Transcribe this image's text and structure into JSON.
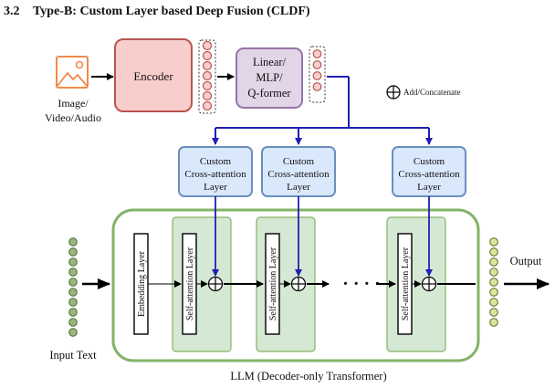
{
  "heading": {
    "number": "3.2",
    "title": "Type-B: Custom Layer based Deep Fusion (CLDF)"
  },
  "input_modality": {
    "line1": "Image/",
    "line2": "Video/Audio"
  },
  "encoder": {
    "label": "Encoder"
  },
  "projector": {
    "line1": "Linear/",
    "line2": "MLP/",
    "line3": "Q-former"
  },
  "legend": {
    "symbol_meaning": "Add/Concatenate"
  },
  "cross_attention": [
    {
      "line1": "Custom",
      "line2": "Cross-attention",
      "line3": "Layer"
    },
    {
      "line1": "Custom",
      "line2": "Cross-attention",
      "line3": "Layer"
    },
    {
      "line1": "Custom",
      "line2": "Cross-attention",
      "line3": "Layer"
    }
  ],
  "embedding_layer": {
    "label": "Embedding Layer"
  },
  "self_attention": [
    {
      "label": "Self-attention Layer"
    },
    {
      "label": "Self-attention Layer"
    },
    {
      "label": "Self-attention Layer"
    }
  ],
  "ellipsis": "· · · ·",
  "input_text": {
    "label": "Input Text"
  },
  "output": {
    "label": "Output"
  },
  "llm": {
    "label": "LLM (Decoder-only Transformer)"
  },
  "colors": {
    "encoder_fill": "#f8cecc",
    "encoder_stroke": "#b85450",
    "projector_fill": "#e1d5e7",
    "projector_stroke": "#9673a6",
    "cross_fill": "#dae8fc",
    "cross_stroke": "#6c8ebf",
    "llm_stroke": "#82b366",
    "layer_fill": "#d5e8d4",
    "token_fill": "#9ab57a",
    "output_fill": "#dce4a0",
    "vec_fill": "#f8cecc",
    "arrow_blue": "#1f1fb4",
    "image_icon": "#f08a4b"
  }
}
